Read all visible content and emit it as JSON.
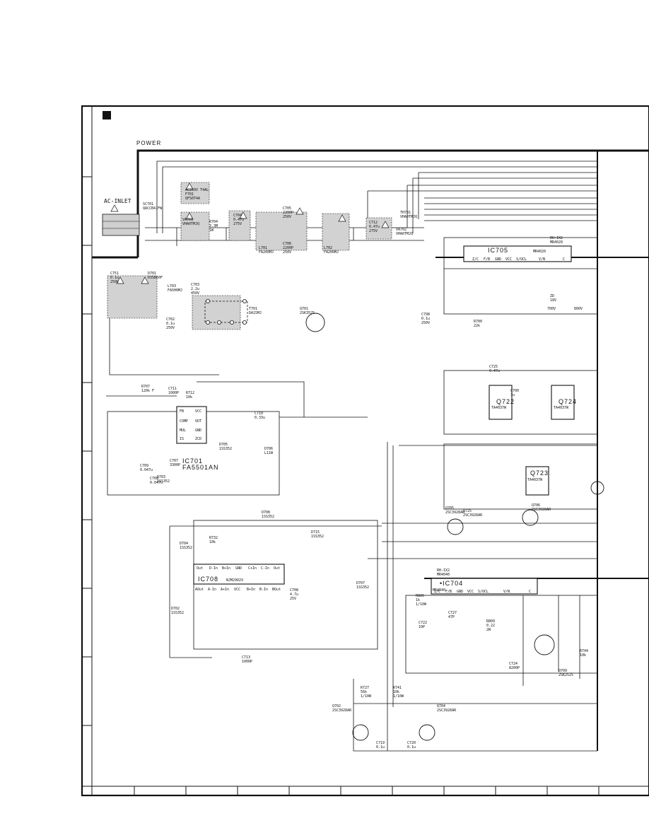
{
  "section": {
    "title": "POWER",
    "ac_inlet": "AC-INLET"
  },
  "components": {
    "sc701": [
      "SC701",
      "QACCB4JFW"
    ],
    "f701": [
      "AC250V T4AL",
      "F701",
      "QFS0T4A"
    ],
    "va701": [
      "VA701",
      "VHA0TMJQ"
    ],
    "r704": [
      "R704",
      "3.3M",
      "1W"
    ],
    "c704": [
      "C704",
      "0.47u",
      "275V"
    ],
    "c705": [
      "C705",
      "2200P",
      "250V"
    ],
    "c706": [
      "C706",
      "2200P",
      "250V"
    ],
    "l701": [
      "L701",
      "FA200MJ"
    ],
    "l702": [
      "L702",
      "FA200MJ"
    ],
    "c712": [
      "C712",
      "0.47u",
      "275V"
    ],
    "th701": [
      "TH701",
      "VHA0TMJQ"
    ],
    "va702": [
      "VA702",
      "VHA0TMJQ"
    ],
    "c751": [
      "C751",
      "0.1u",
      "250V"
    ],
    "d701": [
      "D701",
      "D3SB60F"
    ],
    "c702": [
      "C702",
      "0.1u",
      "250V"
    ],
    "l703": [
      "L703",
      "FA5H0MJ"
    ],
    "c703": [
      "C703",
      "2.2u",
      "450V"
    ],
    "t701": [
      "T701",
      "DA15MJ"
    ],
    "q701": [
      "Q701",
      "2SK3525"
    ],
    "r707": [
      "R707",
      "120k F"
    ],
    "c711": [
      "C711",
      "1000P"
    ],
    "r712": [
      "R712",
      "10k"
    ],
    "c710": [
      "C710",
      "0.33u"
    ],
    "c707": [
      "C707",
      "3300P"
    ],
    "c708": [
      "C708",
      "0.047u"
    ],
    "c709": [
      "C709",
      "0.047u"
    ],
    "c708b": [
      "C708",
      "4.7u",
      "25V"
    ],
    "r732": [
      "R732",
      "10k"
    ],
    "d705": [
      "D705",
      "1SS352"
    ],
    "d706": [
      "D706",
      "L11W"
    ],
    "d703": [
      "D703",
      "1SS352"
    ],
    "c713": [
      "C713",
      "1000P"
    ],
    "q702": [
      "Q702",
      "2SC3928AR"
    ],
    "q704": [
      "Q704",
      "2SC3928AR"
    ],
    "c719": [
      "C719",
      "0.1u"
    ],
    "c720": [
      "C720",
      "0.1u"
    ],
    "q705": [
      "Q705",
      "2SC3928AR"
    ],
    "q706": [
      "Q706",
      "2SC3928AR"
    ],
    "q725": [
      "Q725",
      "2SC3928AR"
    ],
    "q709": [
      "Q709",
      "2SK2525"
    ],
    "d708": [
      "D708",
      "1SS352"
    ],
    "d715": [
      "D715",
      "1SS352"
    ],
    "ic704_part": [
      "RH-IX2",
      "MR4040"
    ],
    "ic705_part": [
      "RH-IX2",
      "MR4020"
    ],
    "r806": [
      "R806",
      "1k",
      "1/10W"
    ],
    "c722": [
      "C722",
      "10P"
    ],
    "c727": [
      "C727",
      "47P"
    ],
    "c724": [
      "C724",
      "8200P"
    ],
    "r809": [
      "R809",
      "0.22",
      "2W"
    ],
    "r744": [
      "R744",
      "10k"
    ],
    "d702": [
      "D702",
      "1SS352"
    ],
    "d704": [
      "D704",
      "1SS352"
    ],
    "d707": [
      "D707",
      "1SS352"
    ],
    "r727": [
      "R727",
      "56k",
      "1/10W"
    ],
    "r741": [
      "R741",
      "10k",
      "1/10W"
    ],
    "c725": [
      "C725",
      "0.47u"
    ],
    "c700": [
      "C700",
      "1u"
    ],
    "r700": [
      "R700",
      "22k"
    ],
    "c798": [
      "C798",
      "0.1u",
      "250V"
    ],
    "zd": [
      "ZD",
      "18V"
    ],
    "x800": [
      "800V"
    ],
    "x700": [
      "700V"
    ]
  },
  "ics": {
    "ic701": {
      "ref": "IC701",
      "part": "FA5501AN",
      "pins": [
        "FB",
        "IS",
        "OUT",
        "VCC",
        "GND",
        "ZCD",
        "COMP",
        "MUL"
      ]
    },
    "ic705": {
      "ref": "IC705",
      "part": "MR4020",
      "pins": [
        "Z/C",
        "F/B",
        "GND",
        "VCC",
        "S/OCL",
        "V/N",
        "C"
      ]
    },
    "ic708": {
      "ref": "IC708",
      "part": "NJM2902V",
      "pins_top": [
        "Out",
        "D-In",
        "B+In",
        "GND",
        "C+In",
        "C-In",
        "Out"
      ],
      "pins_bottom": [
        "AOut",
        "A-In",
        "A+In",
        "VCC",
        "B+In",
        "B-In",
        "BOut"
      ]
    },
    "ic704": {
      "ref": "•IC704",
      "part": "MR4040",
      "pins": [
        "Z/C",
        "F/B",
        "GND",
        "VCC",
        "S/OCL",
        "V/N",
        "C"
      ]
    },
    "q722": {
      "ref": "Q722",
      "part": "TA4037W"
    },
    "q723": {
      "ref": "Q723",
      "part": "TA4037W"
    },
    "q724": {
      "ref": "Q724",
      "part": "TA4037W"
    }
  },
  "grid": {
    "rows": [
      "",
      "",
      "",
      "",
      "",
      "",
      "",
      "",
      "",
      ""
    ],
    "cols": [
      "",
      "",
      "",
      "",
      "",
      "",
      "",
      "",
      "",
      ""
    ]
  }
}
